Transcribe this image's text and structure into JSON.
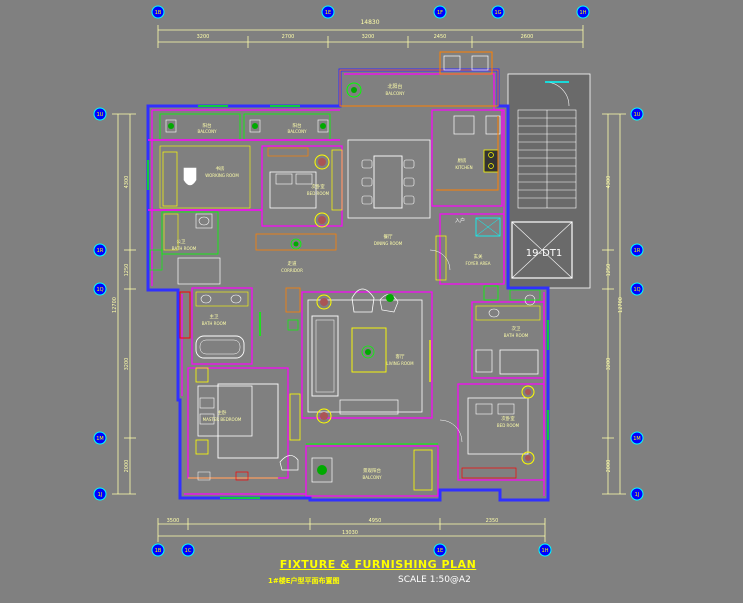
{
  "plan": {
    "title": "FIXTURE & FURNISHING PLAN",
    "subtitle": "1#楼E户型平面布置图",
    "scale": "SCALE   1:50@A2",
    "top_total": "14830",
    "top_dims": [
      "3200",
      "2700",
      "3200",
      "2450",
      "2600"
    ],
    "bottom_total": "13030",
    "bottom_dims": [
      "3500",
      "4950",
      "2350"
    ],
    "left_total": "12700",
    "left_dims": [
      "4300",
      "1250",
      "3200",
      "2000"
    ],
    "right_total": "12700",
    "right_dims": [
      "4300",
      "1250",
      "3200",
      "2000"
    ],
    "grid_labels": {
      "top": [
        "1B",
        "1E",
        "1F",
        "1G",
        "1H"
      ],
      "bottom": [
        "1B",
        "1C",
        "1E",
        "1H"
      ],
      "left": [
        "1U",
        "1R",
        "1Q",
        "1M",
        "1J"
      ],
      "right": [
        "1U",
        "1R",
        "1Q",
        "1M",
        "1J"
      ]
    },
    "elevator_label": "19-DT1",
    "rooms": {
      "balcony_n_cn": "北阳台",
      "balcony_n_en": "BALCONY",
      "balcony_nw1_cn": "阳台",
      "balcony_nw1_en": "BALCONY",
      "balcony_nw2_cn": "阳台",
      "balcony_nw2_en": "BALCONY",
      "working_cn": "书房",
      "working_en": "WORKING ROOM",
      "bed_top_cn": "次卧室",
      "bed_top_en": "BED ROOM",
      "kitchen_cn": "厨房",
      "kitchen_en": "KITCHEN",
      "bath1_cn": "公卫",
      "bath1_en": "BATH ROOM",
      "dining_cn": "餐厅",
      "dining_en": "DINING ROOM",
      "corridor_cn": "走道",
      "corridor_en": "CORRIDOR",
      "foyer_cn": "玄关",
      "foyer_en": "FOYER AREA",
      "bath2_cn": "主卫",
      "bath2_en": "BATH ROOM",
      "living_cn": "客厅",
      "living_en": "LIVING ROOM",
      "bath3_cn": "次卫",
      "bath3_en": "BATH ROOM",
      "master_cn": "主卧",
      "master_en": "MASTER BEDROOM",
      "bed_right_cn": "次卧室",
      "bed_right_en": "BED ROOM",
      "balcony_s_cn": "景观阳台",
      "balcony_s_en": "BALCONY",
      "entry_tag": "入户"
    }
  },
  "colors": {
    "background": "#808080",
    "wall": "#ff00ff",
    "wall_outer": "#3030ff",
    "furniture": "#ffff00",
    "fixture": "#00ff00",
    "dimension": "#ffffaa",
    "grid_bubble": "#0000ff",
    "accent": "#ff8000",
    "red": "#ff0000",
    "cyan": "#00ffff"
  }
}
